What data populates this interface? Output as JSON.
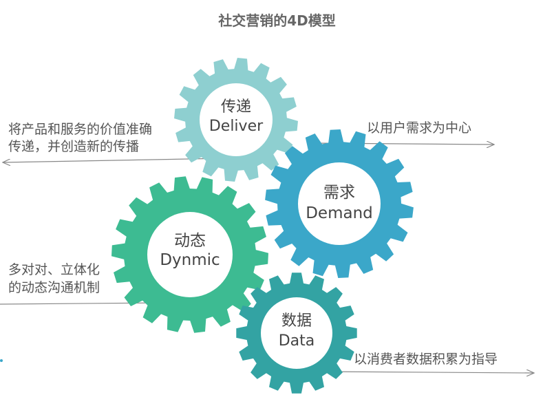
{
  "title": "社交营销的4D模型",
  "colors": {
    "deliver": "#8ecfd0",
    "demand": "#3ba7c9",
    "dynmic": "#3dbb92",
    "data": "#33a3a3",
    "line": "#888888"
  },
  "gears": {
    "deliver": {
      "cn": "传递",
      "en": "Deliver"
    },
    "demand": {
      "cn": "需求",
      "en": "Demand"
    },
    "dynmic": {
      "cn": "动态",
      "en": "Dynmic"
    },
    "data": {
      "cn": "数据",
      "en": "Data"
    }
  },
  "descriptions": {
    "deliver": [
      "将产品和服务的价值准确",
      "传递，并创造新的传播"
    ],
    "demand": [
      "以用户需求为中心"
    ],
    "dynmic": [
      "多对对、立体化",
      "的动态沟通机制"
    ],
    "data": [
      "以消费者数据积累为指导"
    ]
  }
}
